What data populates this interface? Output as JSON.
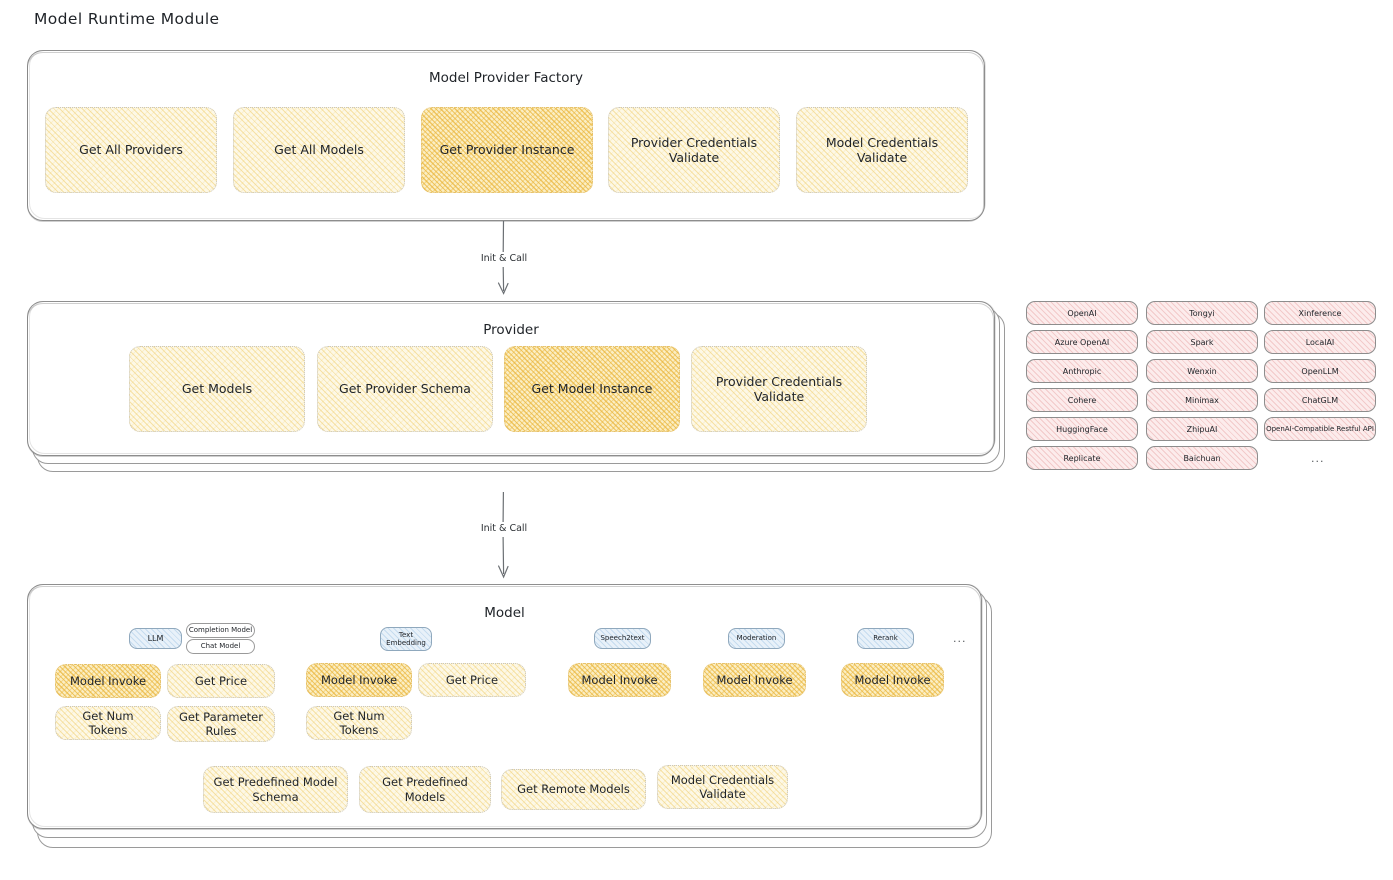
{
  "page": {
    "title": "Model Runtime Module"
  },
  "sections": {
    "factory": {
      "title": "Model Provider Factory",
      "nodes": [
        {
          "label": "Get All Providers",
          "highlighted": false
        },
        {
          "label": "Get All Models",
          "highlighted": false
        },
        {
          "label": "Get Provider Instance",
          "highlighted": true
        },
        {
          "label": "Provider Credentials Validate",
          "highlighted": false
        },
        {
          "label": "Model Credentials Validate",
          "highlighted": false
        }
      ]
    },
    "provider": {
      "title": "Provider",
      "nodes": [
        {
          "label": "Get Models",
          "highlighted": false
        },
        {
          "label": "Get Provider Schema",
          "highlighted": false
        },
        {
          "label": "Get Model Instance",
          "highlighted": true
        },
        {
          "label": "Provider Credentials Validate",
          "highlighted": false
        }
      ]
    },
    "model": {
      "title": "Model",
      "types": [
        {
          "chip": "LLM",
          "subchips": [
            "Completion Model",
            "Chat Model"
          ],
          "nodes": [
            {
              "label": "Model Invoke",
              "highlighted": true
            },
            {
              "label": "Get Price",
              "highlighted": false
            },
            {
              "label": "Get Num Tokens",
              "highlighted": false
            },
            {
              "label": "Get Parameter Rules",
              "highlighted": false
            }
          ]
        },
        {
          "chip": "Text Embedding",
          "subchips": [],
          "nodes": [
            {
              "label": "Model Invoke",
              "highlighted": true
            },
            {
              "label": "Get Price",
              "highlighted": false
            },
            {
              "label": "Get Num Tokens",
              "highlighted": false
            }
          ]
        },
        {
          "chip": "Speech2text",
          "subchips": [],
          "nodes": [
            {
              "label": "Model Invoke",
              "highlighted": true
            }
          ]
        },
        {
          "chip": "Moderation",
          "subchips": [],
          "nodes": [
            {
              "label": "Model Invoke",
              "highlighted": true
            }
          ]
        },
        {
          "chip": "Rerank",
          "subchips": [],
          "nodes": [
            {
              "label": "Model Invoke",
              "highlighted": true
            }
          ]
        }
      ],
      "types_more": "...",
      "common_nodes": [
        {
          "label": "Get Predefined Model Schema"
        },
        {
          "label": "Get Predefined Models"
        },
        {
          "label": "Get Remote Models"
        },
        {
          "label": "Model Credentials Validate"
        }
      ]
    }
  },
  "arrows": [
    {
      "label": "Init & Call"
    },
    {
      "label": "Init & Call"
    }
  ],
  "provider_list": {
    "columns": [
      {
        "items": [
          "OpenAI",
          "Azure OpenAI",
          "Anthropic",
          "Cohere",
          "HuggingFace",
          "Replicate"
        ]
      },
      {
        "items": [
          "Tongyi",
          "Spark",
          "Wenxin",
          "Minimax",
          "ZhipuAI",
          "Baichuan"
        ]
      },
      {
        "items": [
          "Xinference",
          "LocalAI",
          "OpenLLM",
          "ChatGLM",
          "OpenAI-Compatible Restful API"
        ]
      }
    ],
    "more": "..."
  },
  "colors": {
    "node_fill": "#fdf8e6",
    "node_highlight_fill": "#fbeec3",
    "chip_blue": "#e8f1f9",
    "chip_pink": "#fcecec",
    "stroke": "#8d8d8d",
    "text": "#1f2328"
  }
}
